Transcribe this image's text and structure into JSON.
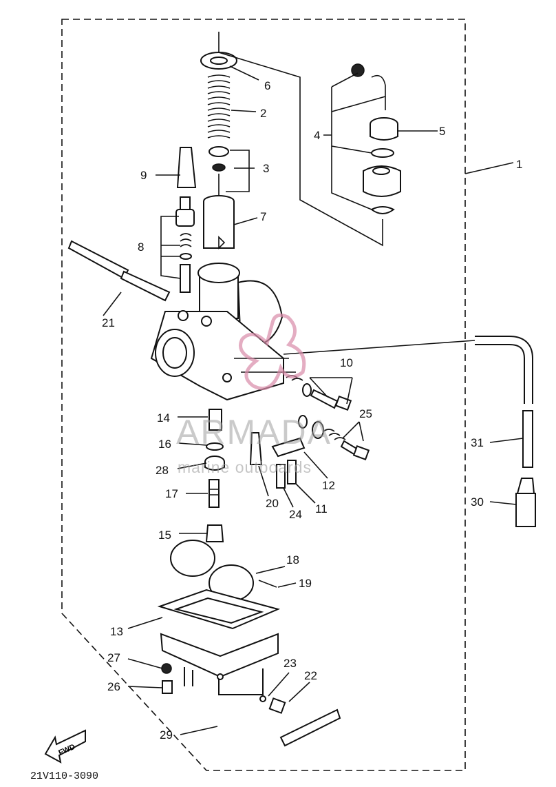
{
  "diagram": {
    "part_numbers": [
      "1",
      "2",
      "3",
      "4",
      "5",
      "6",
      "7",
      "8",
      "9",
      "10",
      "11",
      "12",
      "13",
      "14",
      "15",
      "16",
      "17",
      "18",
      "19",
      "20",
      "21",
      "22",
      "23",
      "24",
      "25",
      "26",
      "27",
      "28",
      "29",
      "30",
      "31"
    ],
    "direction_label": "FWD",
    "drawing_code": "21V110-3090"
  },
  "watermark": {
    "brand": "ARMADA",
    "tagline": "marine outboards",
    "color": "#d98aa8"
  }
}
